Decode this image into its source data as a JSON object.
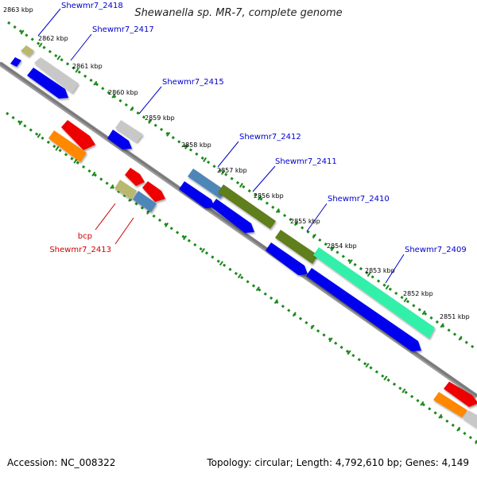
{
  "title": "Shewanella sp. MR-7, complete genome",
  "footer": {
    "accession": "Accession: NC_008322",
    "stats": "Topology: circular; Length: 4,792,610 bp; Genes: 4,149"
  },
  "colors": {
    "backbone": "#7a7a7a",
    "ruler": "#1b8a1b",
    "gene_label": "#0000cc",
    "highlight_label": "#cc0000",
    "cds_blue": "#0000ee",
    "khaki": "#b8b870",
    "gray": "#c8c8c8",
    "steel": "#4f86b8",
    "olive": "#5e7e1c",
    "aqua": "#33f0aa",
    "red": "#ee0000",
    "orange": "#ff8800"
  },
  "ticks": [
    "2863 kbp",
    "2862 kbp",
    "2861 kbp",
    "2860 kbp",
    "2859 kbp",
    "2858 kbp",
    "2857 kbp",
    "2856 kbp",
    "2855 kbp",
    "2854 kbp",
    "2853 kbp",
    "2852 kbp",
    "2851 kbp"
  ],
  "gene_labels": [
    "Shewmr7_2418",
    "Shewmr7_2417",
    "Shewmr7_2415",
    "Shewmr7_2412",
    "Shewmr7_2411",
    "Shewmr7_2410",
    "Shewmr7_2409"
  ],
  "highlight_labels": [
    "bcp",
    "Shewmr7_2413"
  ]
}
